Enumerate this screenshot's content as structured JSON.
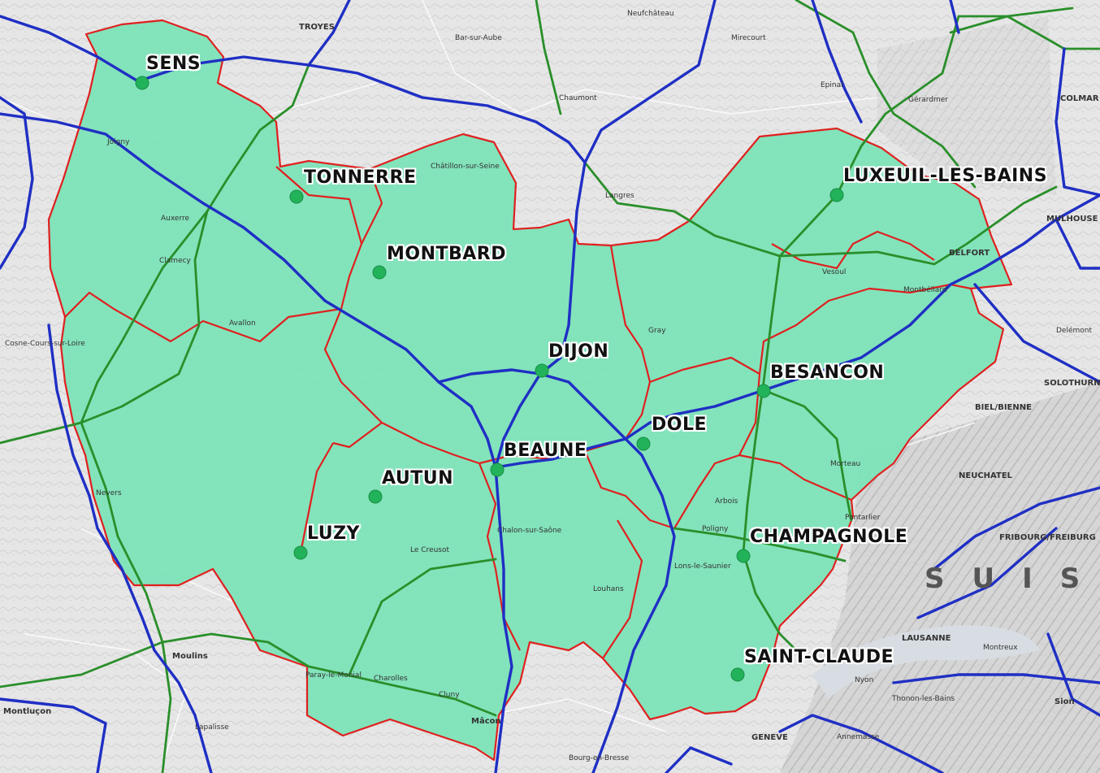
{
  "colors": {
    "region_fill": "#7de3b9",
    "department_border": "#e0201f",
    "motorway": "#1f2fc4",
    "main_road": "#2a8f2a",
    "marker": "#22b25a",
    "background": "#e9e9e9"
  },
  "cities": [
    {
      "id": "sens",
      "name": "SENS"
    },
    {
      "id": "tonnerre",
      "name": "TONNERRE"
    },
    {
      "id": "montbard",
      "name": "MONTBARD"
    },
    {
      "id": "dijon",
      "name": "DIJON"
    },
    {
      "id": "beaune",
      "name": "BEAUNE"
    },
    {
      "id": "autun",
      "name": "AUTUN"
    },
    {
      "id": "luzy",
      "name": "LUZY"
    },
    {
      "id": "dole",
      "name": "DOLE"
    },
    {
      "id": "besancon",
      "name": "BESANCON"
    },
    {
      "id": "champagnole",
      "name": "CHAMPAGNOLE"
    },
    {
      "id": "saint-claude",
      "name": "SAINT-CLAUDE"
    },
    {
      "id": "luxeuil",
      "name": "LUXEUIL-LES-BAINS"
    }
  ],
  "background_labels": [
    "TROYES",
    "Chaumont",
    "Neufchâteau",
    "Mirecourt",
    "Epinal",
    "Langres",
    "Vesoul",
    "Auxerre",
    "Avallon",
    "Nevers",
    "Moulins",
    "Montluçon",
    "Lapalisse",
    "Charolles",
    "Cluny",
    "Mâcon",
    "Bourg-en-Bresse",
    "Louhans",
    "Lons-le-Saunier",
    "Pontarlier",
    "Montbéliard",
    "BELFORT",
    "MULHOUSE",
    "COLMAR",
    "BIEL/BIENNE",
    "NEUCHATEL",
    "FRIBOURG/FREIBURG",
    "LAUSANNE",
    "GENEVE",
    "Annemasse",
    "Thonon-les-Bains",
    "SUISSE",
    "Chalon-sur-Saône",
    "Le Creusot",
    "Paray-le-Monial",
    "Cosne-Cours-sur-Loire",
    "Clamecy",
    "Joigny",
    "Châtillon-sur-Seine",
    "Gray",
    "Arbois",
    "Poligny",
    "Morteau",
    "Montreux",
    "Nyon",
    "Sion",
    "SOLOTHURN",
    "Delémont",
    "Gérardmer",
    "Bar-sur-Aube"
  ]
}
